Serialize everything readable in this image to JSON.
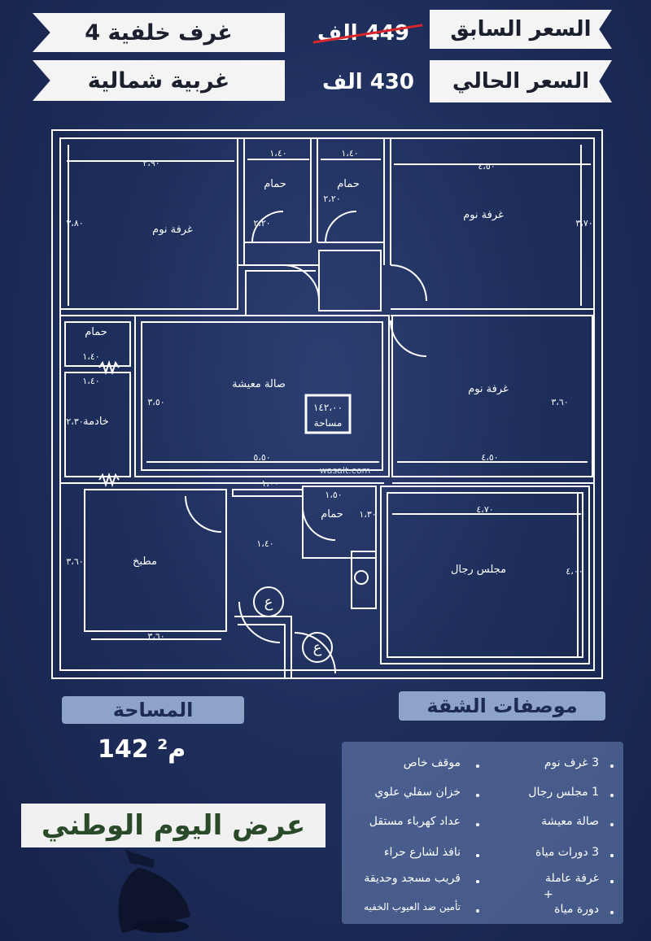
{
  "header": {
    "rooms_back": "4 غرف خلفية",
    "orientation": "غربية شمالية",
    "previous_price_label": "السعر السابق",
    "current_price_label": "السعر الحالي",
    "previous_price": "449 الف",
    "current_price": "430 الف"
  },
  "plan": {
    "rooms": {
      "bedroom_top_left": "غرفة نوم",
      "bathroom_1": "حمام",
      "bathroom_2": "حمام",
      "bedroom_top_right": "غرفة نوم",
      "bathroom_maid": "حمام",
      "maid_room": "خادمة",
      "living_hall": "صالة معيشة",
      "bedroom_mid_right": "غرفة نوم",
      "kitchen": "مطبخ",
      "bathroom_3": "حمام",
      "men_majlis": "مجلس رجال"
    },
    "area_box": {
      "value": "١٤٢،٠٠",
      "label": "مساحة"
    },
    "dimensions": {
      "d1": "٣،٩٠",
      "d2": "١،٤٠",
      "d3": "١،٤٠",
      "d4": "٤،٥٠",
      "d5": "٣،٨٠",
      "d6": "٢،٢٠",
      "d7": "٢،٢٠",
      "d8": "٣،٧٠",
      "d9": "١،٤٠",
      "d10": "١،٤٠",
      "d11": "٣،٥٠",
      "d12": "٣،٦٠",
      "d13": "٥،٥٠",
      "d14": "٤،٥٠",
      "d15": "١،٠٠",
      "d16": "١،٥٠",
      "d17": "٤،٧٠",
      "d18": "٤،٠٠",
      "d19": "١،٤٠",
      "d20": "٣،٦٠",
      "d21": "٣،٦٠",
      "d22": "١،٣٠",
      "d23": "٢،٣٠"
    },
    "door_mark_1": "ع",
    "door_mark_2": "ع",
    "watermark": "wasalt.com"
  },
  "specs_title": "موصفات الشقة",
  "area_title": "المساحة",
  "area_value": "142 م²",
  "offer_text": "عرض اليوم الوطني",
  "features": {
    "right": [
      "3 غرف نوم",
      "1 مجلس رجال",
      "صالة معيشة",
      "3 دورات مياة",
      "غرفة عاملة",
      "+",
      "دورة مياة"
    ],
    "left": [
      "موقف خاص",
      "خزان سفلي علوي",
      "عداد كهرباء مستقل",
      "نافذ لشارع حراء",
      "قريب مسجد وحديقة",
      "تأمين ضد العيوب الخفيه"
    ]
  },
  "colors": {
    "background": "#1f2f5c",
    "banner": "#f4f4f4",
    "strike": "#d9262b",
    "pill": "#8ea3c8",
    "panel": "#6e87b9",
    "offer_text": "#2a4a2a"
  }
}
